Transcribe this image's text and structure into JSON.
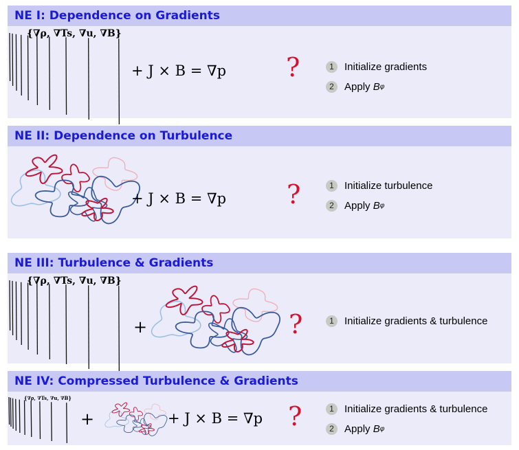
{
  "panels": [
    {
      "title": "NE I: Dependence on Gradients",
      "gradient_set": "{∇ρ, ∇Ts, ∇u, ∇B}",
      "equation": "+ J × B = ∇p",
      "question": "?",
      "steps": [
        {
          "num": "1",
          "text": "Initialize gradients"
        },
        {
          "num": "2",
          "text": "Apply ",
          "var": "B",
          "sub": "φ"
        }
      ]
    },
    {
      "title": "NE II: Dependence on Turbulence",
      "equation": "+ J × B = ∇p",
      "question": "?",
      "steps": [
        {
          "num": "1",
          "text": "Initialize turbulence"
        },
        {
          "num": "2",
          "text": "Apply ",
          "var": "B",
          "sub": "φ"
        }
      ]
    },
    {
      "title": "NE III: Turbulence & Gradients",
      "gradient_set": "{∇ρ, ∇Ts, ∇u, ∇B}",
      "plus": "+",
      "question": "?",
      "steps": [
        {
          "num": "1",
          "text": "Initialize gradients & turbulence"
        }
      ]
    },
    {
      "title": "NE IV: Compressed Turbulence & Gradients",
      "gradient_set": "{∇ρ, ∇Ts, ∇u, ∇B}",
      "plus": "+",
      "equation": "+ J × B = ∇p",
      "question": "?",
      "steps": [
        {
          "num": "1",
          "text": "Initialize gradients & turbulence"
        },
        {
          "num": "2",
          "text": "Apply ",
          "var": "B",
          "sub": "φ"
        }
      ]
    }
  ],
  "colors": {
    "header_bg": "#c8c8f4",
    "panel_bg": "#ebebf9",
    "title": "#1a1ad8",
    "question": "#d8102e",
    "turb_red": "#c0163a",
    "turb_blue": "#3a5a9a",
    "turb_lightblue": "#9cc0e4",
    "turb_pink": "#f0b0bc"
  }
}
